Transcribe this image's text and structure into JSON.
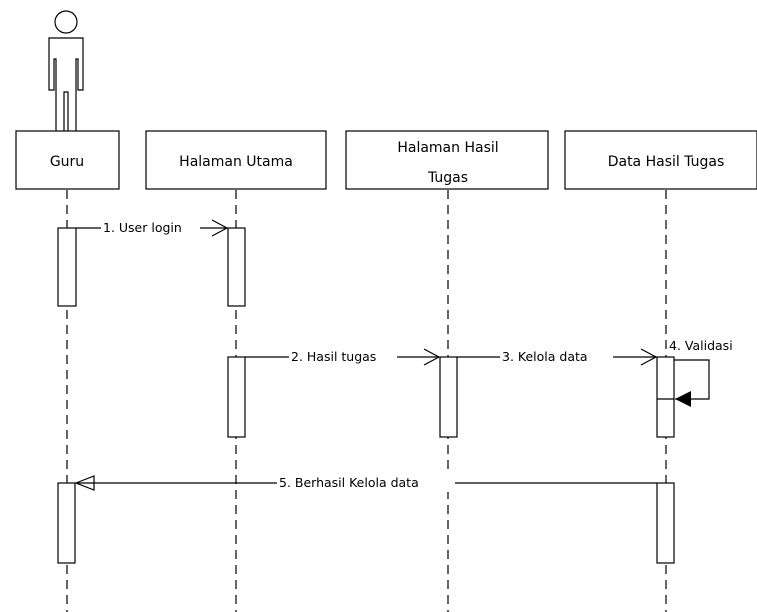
{
  "participants": {
    "guru": "Guru",
    "halaman_utama": "Halaman Utama",
    "halaman_hasil_line1": "Halaman Hasil",
    "halaman_hasil_line2": "Tugas",
    "data_hasil": "Data Hasil Tugas"
  },
  "messages": {
    "m1": "1. User login",
    "m2": "2. Hasil tugas",
    "m3": "3. Kelola data",
    "m4": "4. Validasi",
    "m5": "5. Berhasil Kelola data"
  }
}
